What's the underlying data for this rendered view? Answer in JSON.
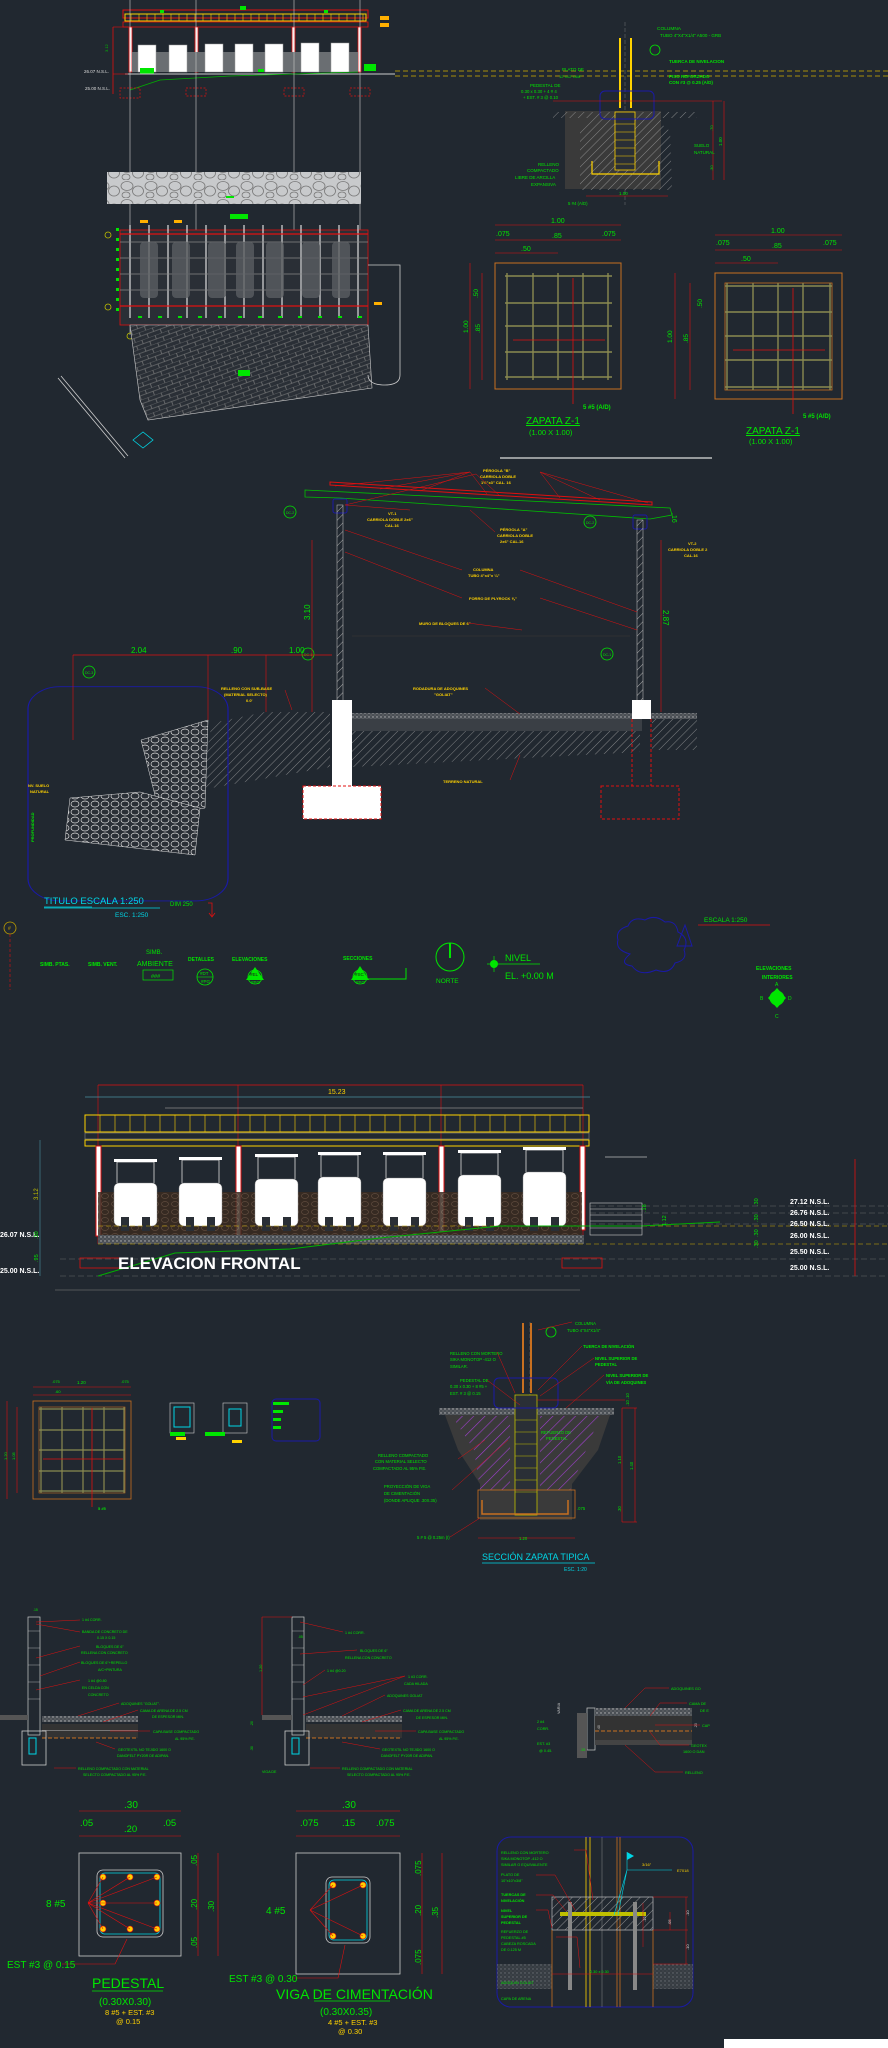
{
  "plan_top": {
    "levels": [
      "26.07 N.S.L.",
      "25.00 N.S.L."
    ],
    "height_dim": "3.12"
  },
  "detail_column_base": {
    "labels": {
      "columna": "COLUMNA",
      "tubo": "TUBO 4\"X4\"X1/4\" A500 - GRB",
      "tuerca": "TUERCA DE NIVELACION",
      "plato1": "PLATO DE",
      "plato2": "12\"x12\"x3/8\"",
      "piso1": "PISO REFORZADO",
      "piso2": "CON #3 @ 0.25 (A/D)",
      "ped1": "PEDESTAL DE",
      "ped2": "0.30 x 0.30 + 4 # 4",
      "ped3": "+ EST. # 3 @ 0.10",
      "suelo1": "SUELO",
      "suelo2": "NATURAL",
      "rel1": "RELLENO",
      "rel2": "COMPACTADO",
      "rel3": "LIBRE DE ARCILLA",
      "rel4": "EXPANSIVA",
      "dim_100": "1.00",
      "dim_70": ".70",
      "dim_30": ".30",
      "dim_width": "1.00",
      "bars": "5 #4 (A/D)"
    }
  },
  "zapatas": [
    {
      "title": "ZAPATA Z-1",
      "subtitle": "(1.00 X 1.00)",
      "dims": {
        "total": "1.00",
        "edge": ".075",
        "mid": ".85",
        "half": ".50"
      },
      "bars": "5 #5 (A/D)"
    },
    {
      "title": "ZAPATA Z-1",
      "subtitle": "(1.00 X 1.00)",
      "dims": {
        "total": "1.00",
        "edge": ".075",
        "mid": ".85",
        "half": ".50"
      },
      "bars": "5 #5 (A/D)"
    }
  ],
  "section_lateral": {
    "labels": {
      "pergola_b1": "PÉRGOLA \"B\"",
      "pergola_b2": "CARRIOLA DOBLE",
      "pergola_b3": "1½\"x3\" CAL. 16",
      "vt1_1": "VT-1",
      "vt1_2": "CARRIOLA DOBLE 2x6\"",
      "vt1_3": "CAL.16",
      "pergola_a1": "PÉRGOLA \"A\"",
      "pergola_a2": "CARRIOLA DOBLE",
      "pergola_a3": "2x6\" CAL.16",
      "vt2_1": "VT-2",
      "vt2_2": "CARRIOLA DOBLE 2",
      "vt2_3": "CAL.16",
      "columna1": "COLUMNA",
      "columna2": "TUBO 4\"x4\"x ¼\"",
      "forro": "FORRO DE PLYROCK ⅝\"",
      "muro": "MURO DE BLOQUES DE 6\"",
      "relleno1": "RELLENO CON SUB-BASE",
      "relleno2": "(MATERIAL SELECTO)",
      "relleno3": "0.0'",
      "rodadura1": "RODADURA DE ADOQUINES",
      "rodadura2": "\"GOLIAT\"",
      "terreno": "TERRENO NATURAL",
      "suelo1": "NV. SUELO",
      "suelo2": "NATURAL",
      "profundidad": "PROFUNDIDAD"
    },
    "dims": {
      "d1": "2.04",
      "d2": ".90",
      "d3": "1.00",
      "h_left": "3.10",
      "h_right": "2.87",
      "top_right": ".16"
    },
    "tags": {
      "dc2_left": "DC-2",
      "dc2_right": "DC-2",
      "dc1_left": "DC-1",
      "dc1_right": "DC-1",
      "dc3": "DC-3",
      "num": "1"
    }
  },
  "legend": {
    "title": "TITULO ESCALA 1:250",
    "scale": "ESC. 1:250",
    "dim": "DIM 250",
    "hash": "#",
    "simb_ptas": "SIMB. PTAS.",
    "simb_vent": "SIMB. VENT.",
    "simb": "SIMB.",
    "ambiente": "AMBIENTE",
    "ambiente_tag": "###",
    "detalles": "DETALLES",
    "detalles_tag": "#DT",
    "elevaciones": "ELEVACIONES",
    "elev_tag": "#EL",
    "secciones": "SECCIONES",
    "sec_tag": "#SC",
    "page_tag": "#PG",
    "norte": "NORTE",
    "nivel": "NIVEL",
    "el": "EL. +0.00 M",
    "escala": "ESCALA 1:250",
    "elev_int1": "ELEVACIONES",
    "elev_int2": "INTERIORES",
    "dir_a": "A",
    "dir_b": "B",
    "dir_c": "C",
    "dir_d": "D"
  },
  "elevacion_frontal": {
    "title": "ELEVACION FRONTAL",
    "width_dim": "15.23",
    "height_dim": "3.12",
    "left_levels": [
      "26.07 N.S.L.",
      "25.00 N.S.L."
    ],
    "left_dims": [
      ".30",
      ".95"
    ],
    "right_levels": [
      "27.12 N.S.L.",
      "26.76 N.S.L.",
      "26.50 N.S.L.",
      "26.00 N.S.L.",
      "25.50 N.S.L.",
      "25.00 N.S.L."
    ],
    "right_dims": [
      ".30",
      ".30",
      ".30",
      ".30"
    ],
    "stair_dims": [
      ".18",
      "1.12"
    ],
    "carts": 7
  },
  "zapata_small": {
    "dims": {
      "total": "1.20",
      "edge": ".075",
      "mid": "1.05",
      "half": ".60"
    },
    "bars": "5 #5"
  },
  "seccion_zapata": {
    "title": "SECCIÓN ZAPATA TIPICA",
    "scale": "ESC. 1:20",
    "labels": {
      "columna": "COLUMNA",
      "tubo": "TUBO 4\"X4\"X1/4\"",
      "tuerca": "TUERCA DE NIVELACIÓN",
      "nivel_ped1": "NIVEL SUPERIOR DE",
      "nivel_ped2": "PEDESTAL",
      "nivel_via1": "NIVEL SUPERIOR DE",
      "nivel_via2": "VÍA DE ADOQUINES",
      "relleno_mort1": "RELLENO CON MORTERO",
      "relleno_mort2": "SIKA MONOTOP -412 O",
      "relleno_mort3": "SIMILAR.",
      "ped1": "PEDESTAL DE",
      "ped2": "0.30 x 0.30 + 8 #5 +",
      "ped3": "EST. # 3 @ 0.15",
      "refuerzo1": "REFUERZO DE",
      "refuerzo2": "PEDESTAL",
      "rel1": "RELLENO COMPACTADO",
      "rel2": "CON MATERIAL SELECTO",
      "rel3": "COMPACTADO AL 95% P.E.",
      "proy1": "PROYECCIÓN DE VIGA",
      "proy2": "DE CIMENTACIÓN",
      "proy3": "(DONDE APLIQUE .30X.35)",
      "bars": "5 # 5 @ 0.25m (I)",
      "width": "1.20",
      "d_075": ".075",
      "d_1010": ".10 .10",
      "d_110": "1.10",
      "d_140": "1.40",
      "d_30": ".30"
    }
  },
  "muros": {
    "m1": {
      "dim_top": ".15",
      "dim_side": ".15",
      "labels": [
        "1 #4 CORR.",
        "BANDA DE CONCRETO DE",
        "0.15 X 0.15",
        "BLOQUES DE 6\"",
        "RELLENA CON CONCRETO",
        "BLOQUES DE 6\"+REPELLO",
        "A/C+PINTURA",
        "1 #4 @0.80",
        "EN CELDA CON",
        "CONCRETO",
        "ADOQUINES \"GOLIAT\".",
        "CAMA DE ARENA DE 2.5 CM",
        "DE ESPESOR MIN.",
        "CAPA BASE COMPACTADO",
        "AL 95% P.E.",
        "GEOTEXTIL NO TEJIDO 1600 O",
        "DANOFELT PY20R DE ADIPAN.",
        "RELLENO COMPACTADO CON MATERIAL",
        "SELECTO COMPACTADO AL 95% P.E."
      ]
    },
    "m2": {
      "dim_h": "1.20",
      "dim_05": ".05",
      "dim_20": ".20",
      "dim_30": ".30",
      "labels": [
        "1 #4 CORR.",
        "BLOQUES DE 6\"",
        "RELLENA CON CONCRETO",
        "1 #4 @0.20",
        "1 #3 CORR.",
        "CADA HILADA",
        "ADOQUINES GOLIAT",
        "CAMA DE ARENA DE 2.5 CM",
        "DE ESPESOR MIN.",
        "CAPA BASE COMPACTADO",
        "AL 95% P.E.",
        "GEOTEXTIL NO TEJIDO 1600 O",
        "DANOFELT PY20R DE ADIPAN.",
        "RELLENO COMPACTADO CON MATERIAL",
        "SELECTO COMPACTADO AL 95% P.E.",
        "VIGA DE"
      ]
    },
    "m3": {
      "labels": [
        "ADOQUINES GO",
        "CAMA DE",
        "DE E",
        "CAP",
        "GEOTEX",
        "1600 O DAN",
        "RELLENO",
        "VARIA",
        "2 #4",
        "CORR.",
        "EST. #3",
        "@ 0.45.",
        ".15",
        ".40",
        ".20"
      ]
    }
  },
  "pedestal": {
    "title": "PEDESTAL",
    "size": "(0.30X0.30)",
    "spec1": "8 #5 + EST. #3",
    "spec2": "@ 0.15",
    "bars": "8 #5",
    "est": "EST #3 @ 0.15",
    "dims": {
      "total": ".30",
      "edge": ".05",
      "mid": ".20"
    }
  },
  "viga": {
    "title": "VIGA DE CIMENTACIÓN",
    "size": "(0.30X0.35)",
    "spec1": "4 #5 + EST. #3",
    "spec2": "@ 0.30",
    "bars": "4 #5",
    "est": "EST #3 @ 0.30",
    "dims": {
      "total": ".30",
      "edge": ".075",
      "mid": ".15",
      "h_total": ".35",
      "h_mid": ".20",
      "h_edge": ".075"
    }
  },
  "detalle_placa": {
    "labels": [
      "RELLENO CON MORTERO",
      "SIKA MONOTOP -412 O",
      "SIMILAR O EQUIVALENTE",
      "PLATO DE",
      "10\"x10\"x3/8\"",
      "TUERCAS DE",
      "NIVELACIÓN",
      "NIVEL",
      "SUPERIOR DE",
      "PEDESTAL",
      "REFUERZO DE",
      "PEDESTAL #5",
      "CABEZA ROSCADA",
      "DE 0.125 M",
      "ADOQUIN GOLIAT",
      "CAPA DE ARENA"
    ],
    "weld": "3/16\"",
    "electrode": "E7018",
    "dims": [
      ".10",
      ".05",
      ".12",
      ".10"
    ],
    "size": "0.30 x 0.30"
  },
  "colors": {
    "background": "#212830",
    "green": "#00e600",
    "red": "#e01010",
    "yellow": "#ffd200",
    "white": "#ffffff",
    "cyan": "#00d6e6",
    "blue": "#1a1aa6",
    "purple": "#a040d0",
    "orange": "#c87020"
  }
}
